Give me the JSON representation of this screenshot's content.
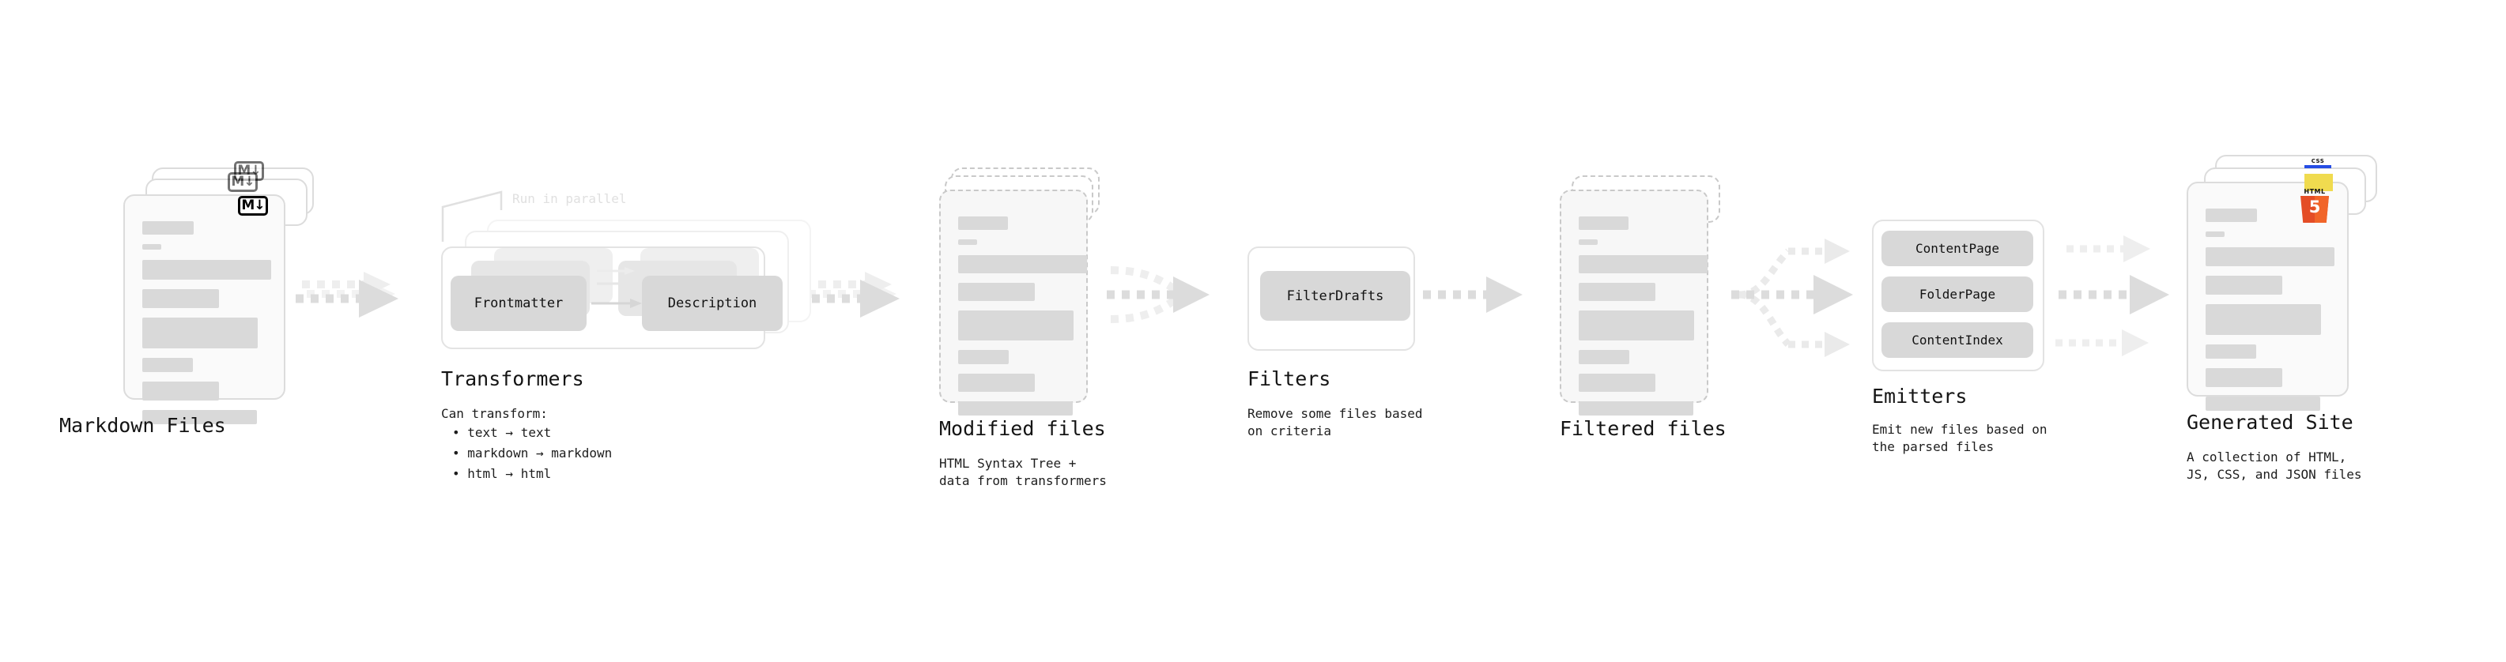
{
  "diagram": {
    "title_style": "monospace",
    "colors": {
      "bar": "#d9d9d9",
      "chip": "#d8d8d8",
      "arrow": "#d8d8d8",
      "border": "#dcdcdc",
      "dashed_border": "#c9c9c9",
      "text": "#141414",
      "html5_orange": "#e44d26",
      "html5_orange_light": "#f16529",
      "css_blue": "#264de4",
      "js_yellow": "#f0db4f"
    },
    "stages": [
      {
        "id": "markdown-files",
        "title": "Markdown Files",
        "subtitle_lines": [],
        "icon": "markdown-icon",
        "icon_label": "M↓"
      },
      {
        "id": "transformers",
        "title": "Transformers",
        "subtitle_lines": [
          "Can transform:"
        ],
        "bullets": [
          "text → text",
          "markdown → markdown",
          "html → html"
        ],
        "annotation": "Run in parallel",
        "chips": [
          "Frontmatter",
          "Description"
        ]
      },
      {
        "id": "modified-files",
        "title": "Modified files",
        "subtitle_lines": [
          "HTML Syntax Tree +",
          "data from transformers"
        ],
        "icon": "dashed-file-icon"
      },
      {
        "id": "filters",
        "title": "Filters",
        "subtitle_lines": [
          "Remove some files based",
          "on criteria"
        ],
        "chips": [
          "FilterDrafts"
        ]
      },
      {
        "id": "filtered-files",
        "title": "Filtered files",
        "subtitle_lines": [],
        "icon": "dashed-file-icon"
      },
      {
        "id": "emitters",
        "title": "Emitters",
        "subtitle_lines": [
          "Emit new files based on",
          "the parsed files"
        ],
        "chips": [
          "ContentPage",
          "FolderPage",
          "ContentIndex"
        ]
      },
      {
        "id": "generated-site",
        "title": "Generated Site",
        "subtitle_lines": [
          "A collection of HTML,",
          "JS, CSS, and JSON files"
        ],
        "icon": "html5-icon",
        "icon_label": "HTML",
        "icon_number": "5",
        "css_label": "CSS"
      }
    ],
    "labels": {
      "markdown_files": "Markdown Files",
      "transformers": "Transformers",
      "transformers_lead": "Can transform:",
      "bullet_text": "• text → text",
      "bullet_markdown": "• markdown → markdown",
      "bullet_html": "• html → html",
      "run_in_parallel": "Run in parallel",
      "chip_frontmatter": "Frontmatter",
      "chip_description": "Description",
      "modified_files": "Modified files",
      "modified_files_sub": "HTML Syntax Tree +\ndata from transformers",
      "filters": "Filters",
      "filters_sub": "Remove some files based\non criteria",
      "chip_filterdrafts": "FilterDrafts",
      "filtered_files": "Filtered files",
      "emitters": "Emitters",
      "emitters_sub": "Emit new files based on\nthe parsed files",
      "chip_contentpage": "ContentPage",
      "chip_folderpage": "FolderPage",
      "chip_contentindex": "ContentIndex",
      "generated_site": "Generated Site",
      "generated_site_sub": "A collection of HTML,\nJS, CSS, and JSON files",
      "md_badge": "M↓",
      "html5_word": "HTML",
      "html5_num": "5",
      "css_word": "CSS"
    }
  }
}
